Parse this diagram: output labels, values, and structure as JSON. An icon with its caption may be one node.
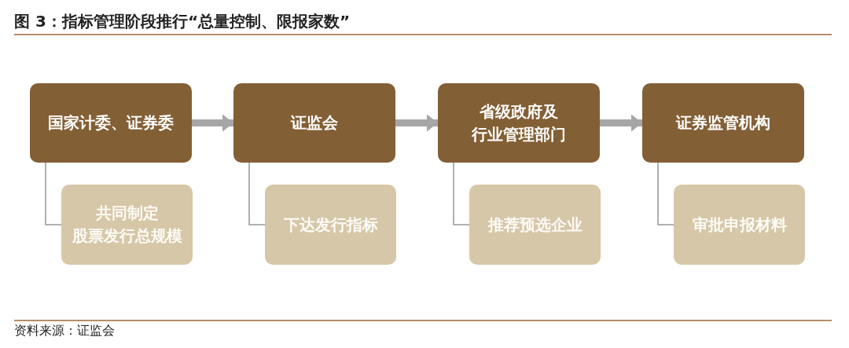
{
  "diagram": {
    "title": "图 3：指标管理阶段推行“总量控制、限报家数”",
    "nodes": [
      {
        "text": [
          "国家计委、证券委"
        ]
      },
      {
        "text": [
          "证监会"
        ]
      },
      {
        "text": [
          "省级政府及行业管理部门"
        ]
      },
      {
        "text": [
          "证券监管机构"
        ]
      },
      {
        "text": [
          "共同制定股票发行总规模"
        ]
      },
      {
        "text": [
          "下达发行指标"
        ]
      },
      {
        "text": [
          "推荐预选企业"
        ]
      },
      {
        "text": [
          "审批申报材料"
        ]
      }
    ],
    "edges": [
      {
        "from": 0,
        "to": 1,
        "arrow": "to",
        "style": "thick"
      },
      {
        "from": 1,
        "to": 2,
        "arrow": "to",
        "style": "thick"
      },
      {
        "from": 2,
        "to": 3,
        "arrow": "to",
        "style": "thick"
      },
      {
        "from": 0,
        "to": 4,
        "arrow": "none"
      },
      {
        "from": 1,
        "to": 5,
        "arrow": "none"
      },
      {
        "from": 2,
        "to": 6,
        "arrow": "none"
      },
      {
        "from": 3,
        "to": 7,
        "arrow": "none"
      }
    ],
    "caption": "资料来源：证监会"
  }
}
